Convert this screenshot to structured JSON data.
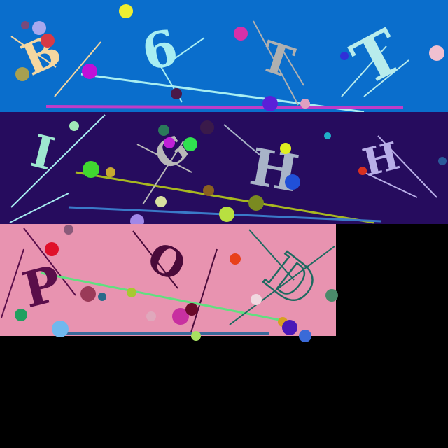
{
  "panels": [
    {
      "name": "top",
      "background": "#0a6ecc",
      "letters": [
        {
          "text": "B",
          "color": "#f5d7a0"
        },
        {
          "text": "6",
          "color": "#a8eef2"
        },
        {
          "text": "T",
          "color": "#b0b0b0"
        },
        {
          "text": "T",
          "color": "#b8ecec"
        }
      ]
    },
    {
      "name": "middle",
      "background": "#260c5e",
      "letters": [
        {
          "text": "I",
          "color": "#9ee8d0"
        },
        {
          "text": "G",
          "color": "#b8b8b8"
        },
        {
          "text": "H",
          "color": "#a8b4c8"
        },
        {
          "text": "H",
          "color": "#b8aee8"
        }
      ]
    },
    {
      "name": "bottom",
      "background": "#e893b0",
      "letters": [
        {
          "text": "P",
          "color": "#5a0e4a"
        },
        {
          "text": "O",
          "color": "#4a0a3a"
        },
        {
          "text": "D",
          "color": "#1d6a60"
        }
      ]
    }
  ],
  "page_background": "#000000"
}
